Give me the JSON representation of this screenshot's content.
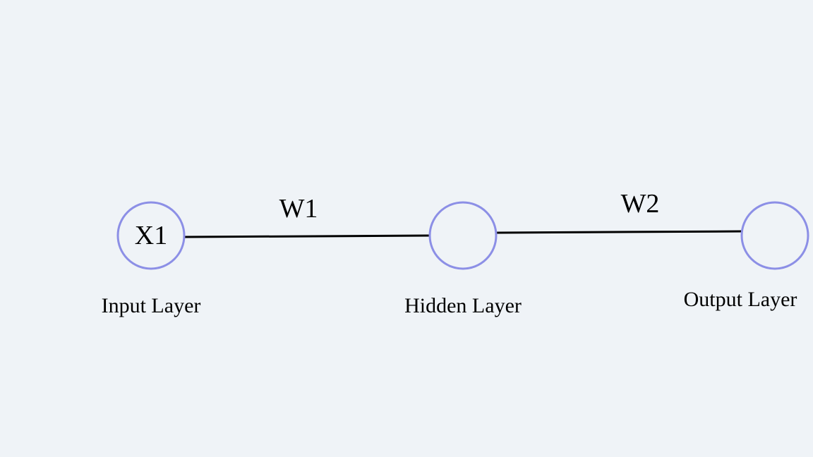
{
  "colors": {
    "background": "#eff3f7",
    "node_stroke": "#8c8fe6",
    "edge": "#000000",
    "text": "#000000"
  },
  "nodes": [
    {
      "id": "input",
      "label": "X1",
      "layer_label": "Input Layer"
    },
    {
      "id": "hidden",
      "label": "",
      "layer_label": "Hidden Layer"
    },
    {
      "id": "output",
      "label": "",
      "layer_label": "Output Layer"
    }
  ],
  "edges": [
    {
      "from": "input",
      "to": "hidden",
      "weight_label": "W1"
    },
    {
      "from": "hidden",
      "to": "output",
      "weight_label": "W2"
    }
  ]
}
